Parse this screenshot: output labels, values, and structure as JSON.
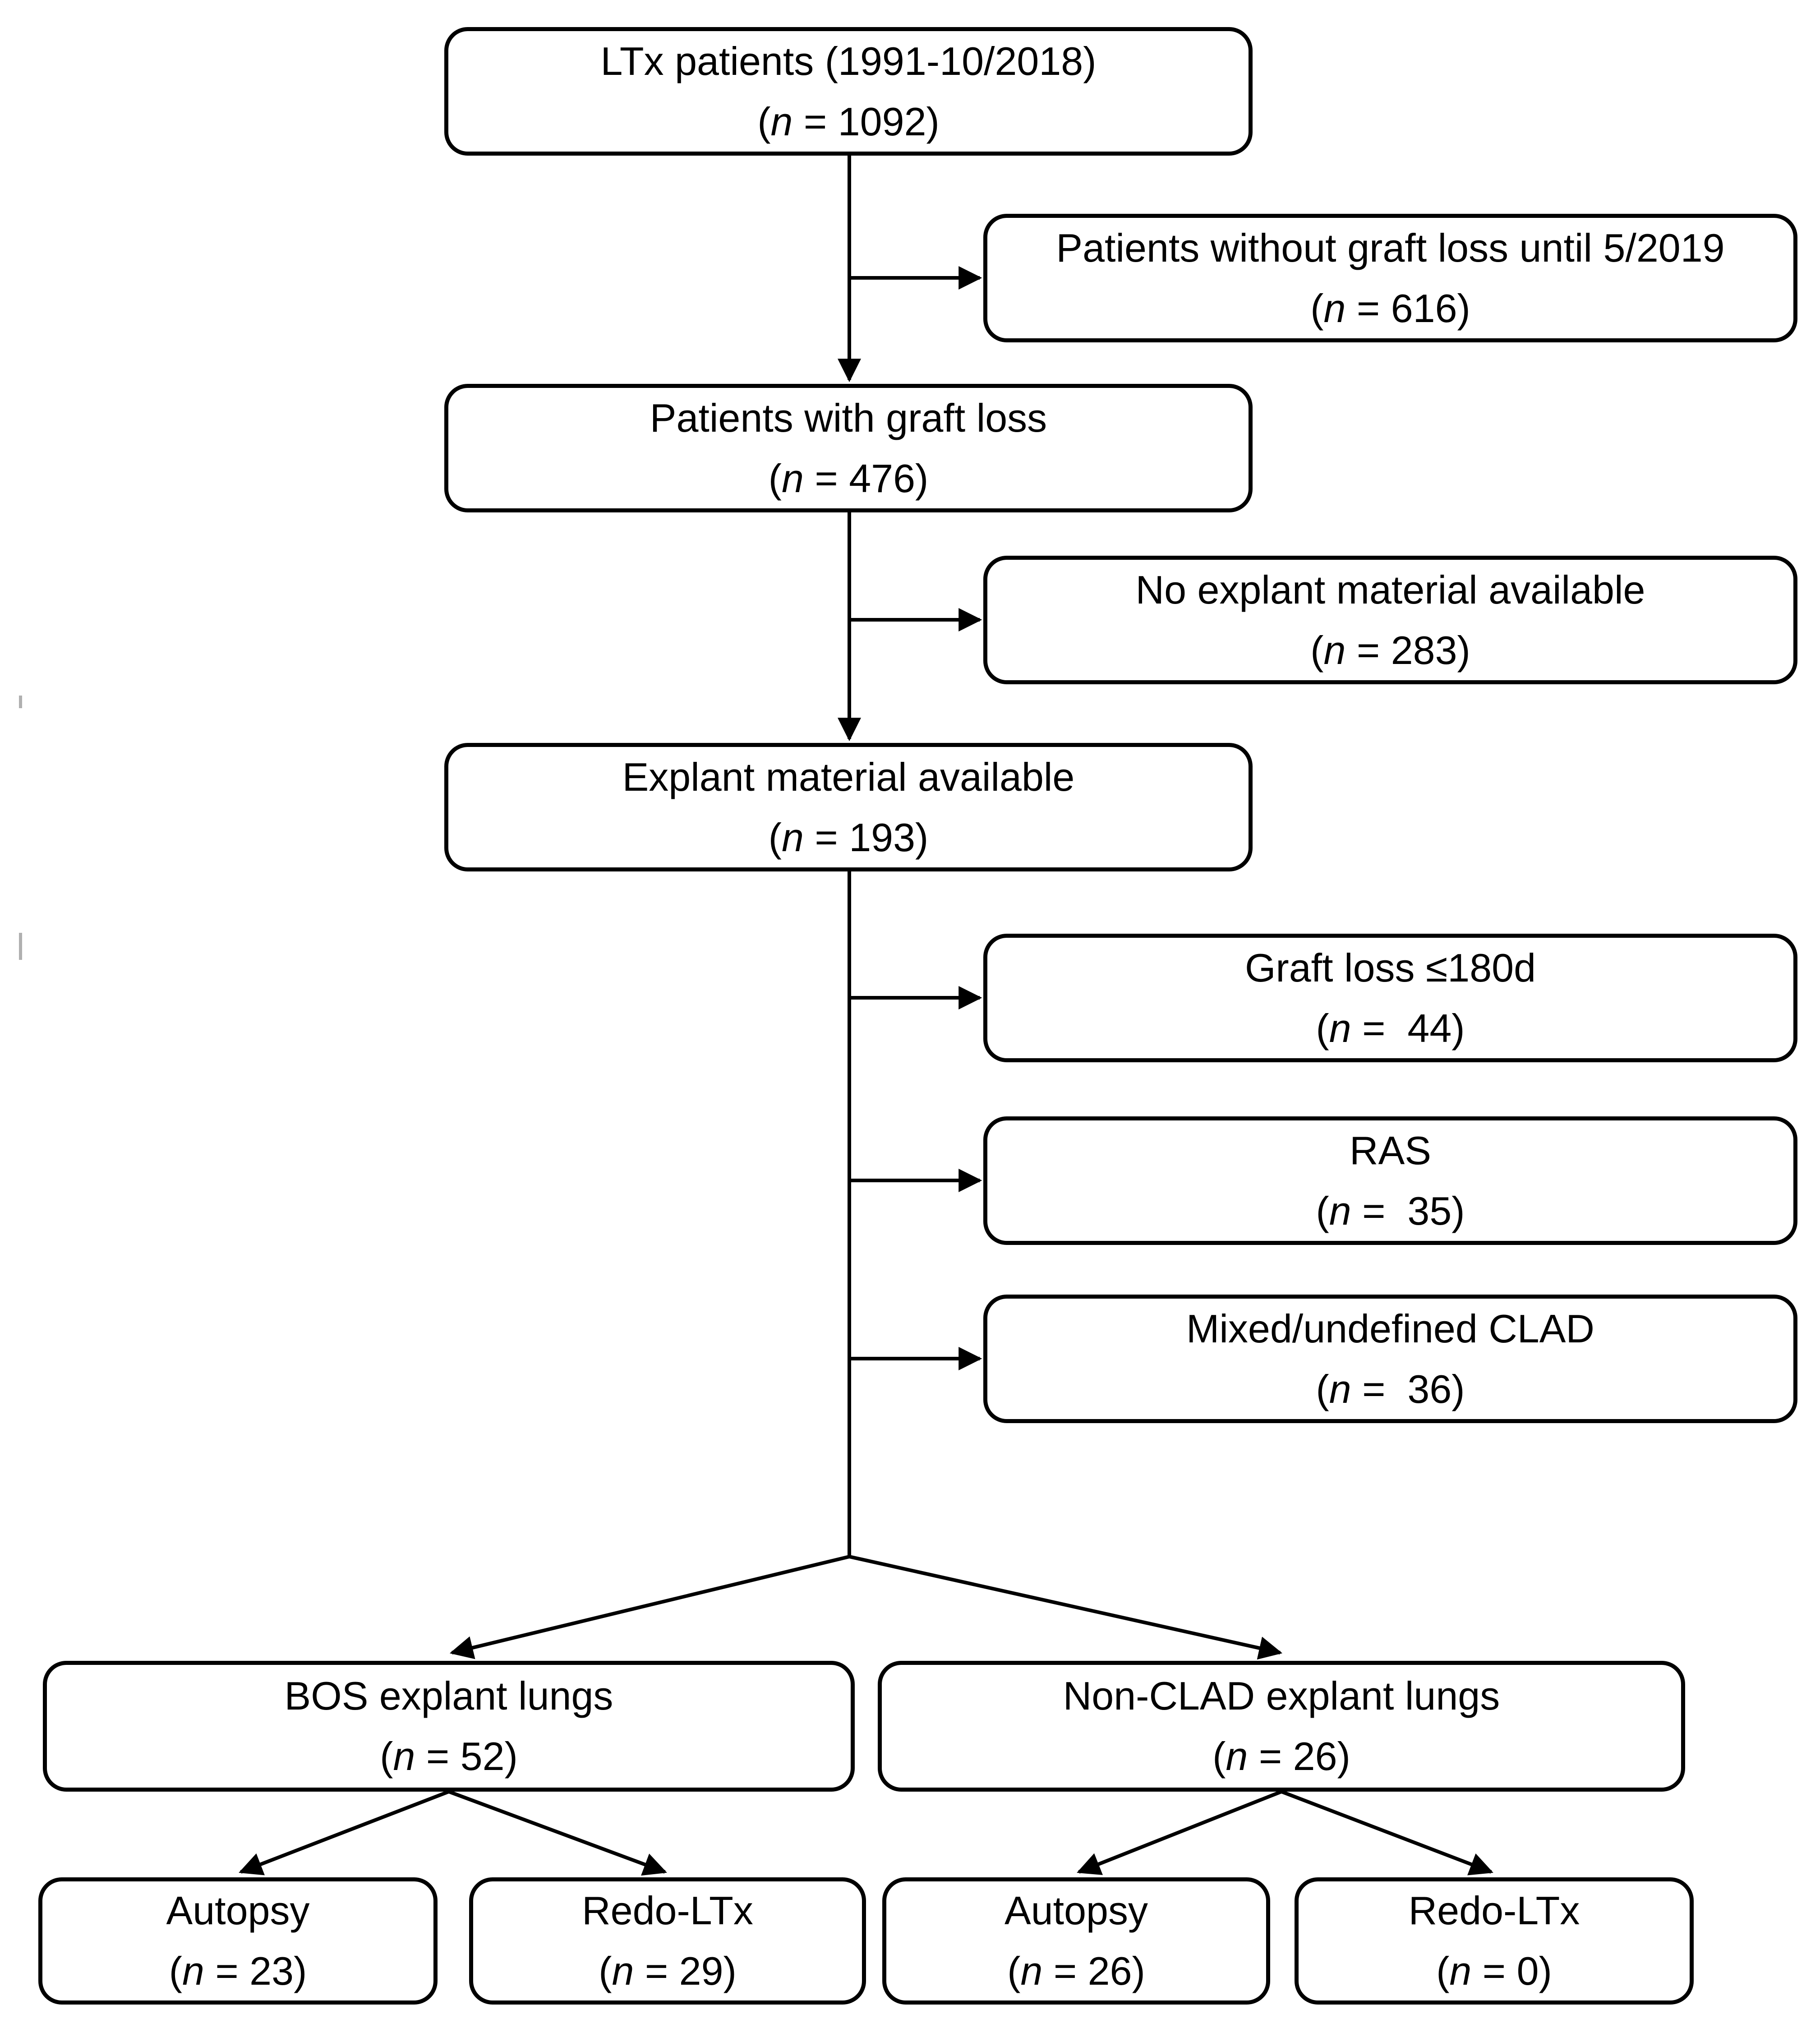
{
  "figure": {
    "background_color": "#ffffff",
    "line_color": "#000000",
    "text_color": "#000000",
    "type": "patient-flow-diagram"
  },
  "nodes": {
    "ltx": {
      "title": "LTx patients (1991-10/2018)",
      "n_open": "(",
      "n_var": "n",
      "n_rest": " = 1092)"
    },
    "no_graft_loss": {
      "title": "Patients without graft loss until 5/2019",
      "n_open": "(",
      "n_var": "n",
      "n_rest": " = 616)"
    },
    "graft_loss": {
      "title": "Patients with graft loss",
      "n_open": "(",
      "n_var": "n",
      "n_rest": " = 476)"
    },
    "no_explant": {
      "title": "No explant material available",
      "n_open": "(",
      "n_var": "n",
      "n_rest": " = 283)"
    },
    "explant": {
      "title": "Explant material available",
      "n_open": "(",
      "n_var": "n",
      "n_rest": " = 193)"
    },
    "early_loss": {
      "title": "Graft loss ≤180d",
      "n_open": "(",
      "n_var": "n",
      "n_rest": " =  44)"
    },
    "ras": {
      "title": "RAS",
      "n_open": "(",
      "n_var": "n",
      "n_rest": " =  35)"
    },
    "mixed": {
      "title": "Mixed/undefined CLAD",
      "n_open": "(",
      "n_var": "n",
      "n_rest": " =  36)"
    },
    "bos": {
      "title": "BOS explant lungs",
      "n_open": "(",
      "n_var": "n",
      "n_rest": " = 52)"
    },
    "nonclad": {
      "title": "Non-CLAD explant lungs",
      "n_open": "(",
      "n_var": "n",
      "n_rest": " = 26)"
    },
    "bos_autopsy": {
      "title": "Autopsy",
      "n_open": "(",
      "n_var": "n",
      "n_rest": " = 23)"
    },
    "bos_redo": {
      "title": "Redo-LTx",
      "n_open": "(",
      "n_var": "n",
      "n_rest": " = 29)"
    },
    "nonclad_autopsy": {
      "title": "Autopsy",
      "n_open": "(",
      "n_var": "n",
      "n_rest": " = 26)"
    },
    "nonclad_redo": {
      "title": "Redo-LTx",
      "n_open": "(",
      "n_var": "n",
      "n_rest": " = 0)"
    }
  },
  "edges": [
    {
      "from": "ltx",
      "to": "graft_loss"
    },
    {
      "from": "ltx",
      "to": "no_graft_loss"
    },
    {
      "from": "graft_loss",
      "to": "explant"
    },
    {
      "from": "graft_loss",
      "to": "no_explant"
    },
    {
      "from": "explant",
      "to": "early_loss"
    },
    {
      "from": "explant",
      "to": "ras"
    },
    {
      "from": "explant",
      "to": "mixed"
    },
    {
      "from": "explant",
      "to": "bos"
    },
    {
      "from": "explant",
      "to": "nonclad"
    },
    {
      "from": "bos",
      "to": "bos_autopsy"
    },
    {
      "from": "bos",
      "to": "bos_redo"
    },
    {
      "from": "nonclad",
      "to": "nonclad_autopsy"
    },
    {
      "from": "nonclad",
      "to": "nonclad_redo"
    }
  ]
}
